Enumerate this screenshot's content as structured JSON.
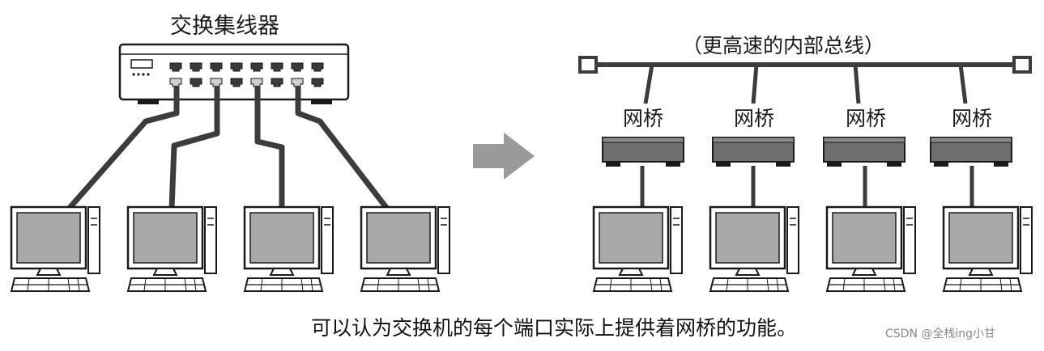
{
  "left_title": "交换集线器",
  "right_title": "（更高速的内部总线）",
  "bridge_label": "网桥",
  "caption": "可以认为交换机的每个端口实际上提供着网桥的功能。",
  "watermark": "CSDN @全栈ing小甘",
  "colors": {
    "outline": "#1a1a1a",
    "cable": "#3c3c3c",
    "screen": "#a9a9a9",
    "bridge_body": "#6e6e6e",
    "arrow": "#9a9a9a",
    "hub_body": "#ffffff"
  },
  "icons": [
    "hub-icon",
    "computer-icon",
    "bridge-icon",
    "bus-icon",
    "arrow-right-icon"
  ]
}
